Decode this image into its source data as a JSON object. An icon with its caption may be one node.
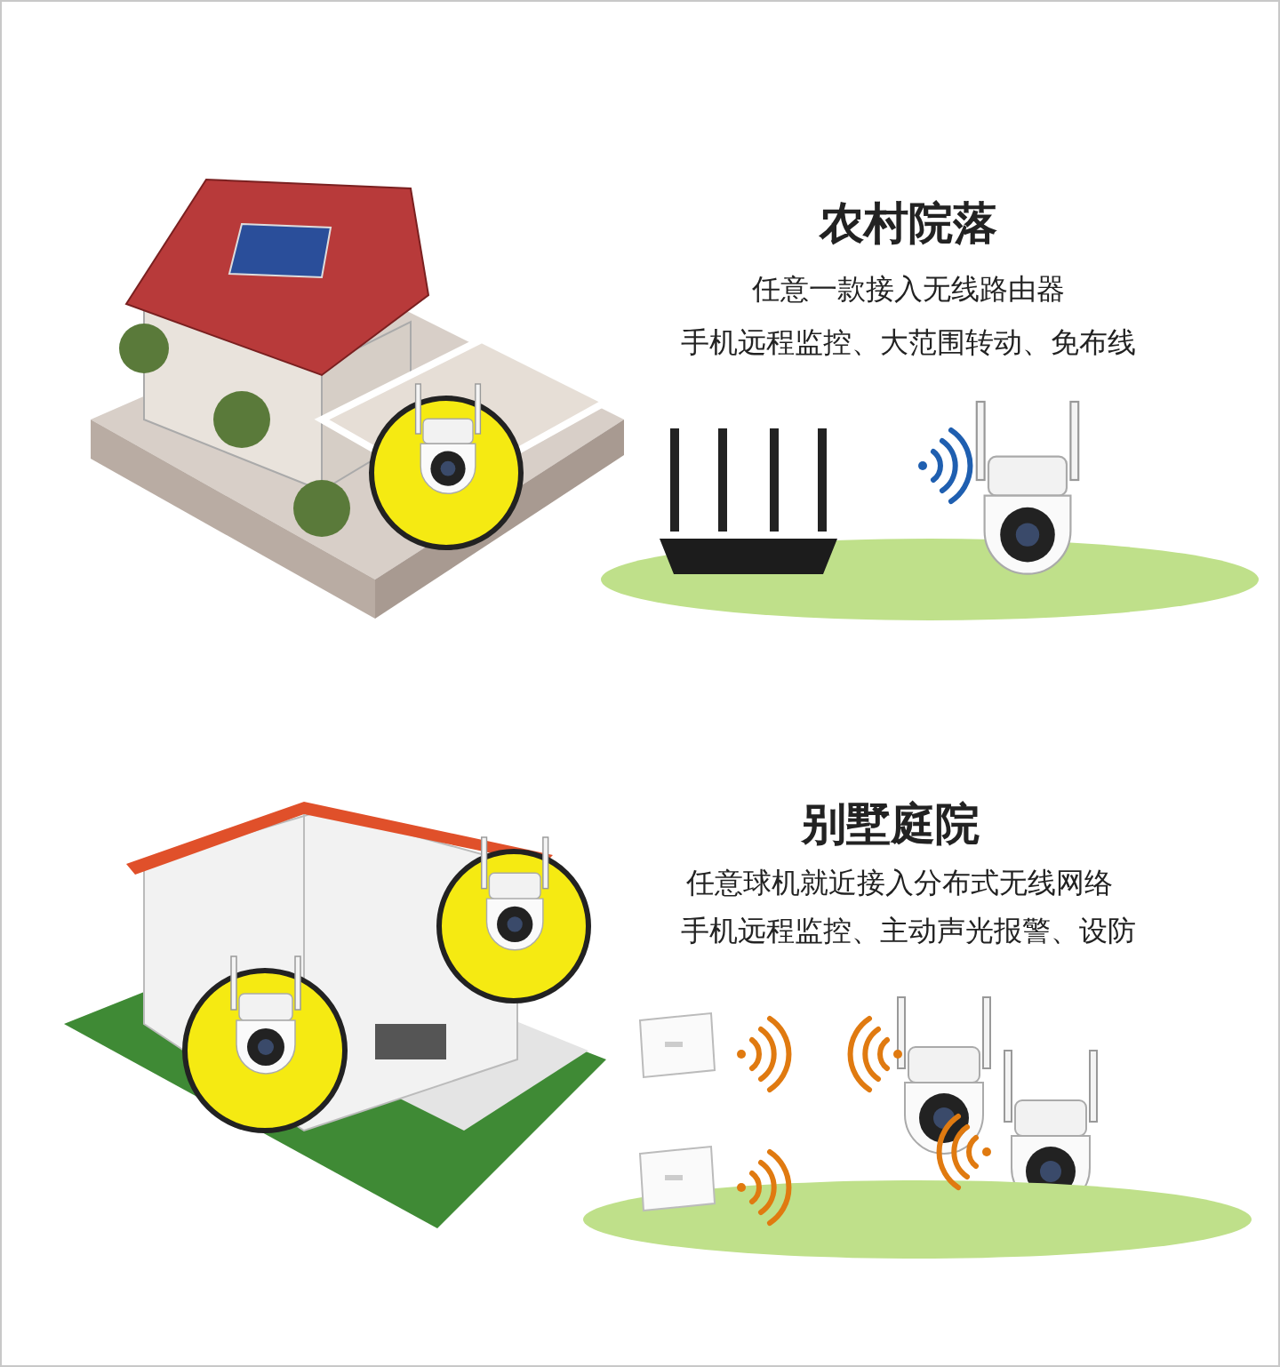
{
  "diagram": {
    "labels": [
      "农村院落",
      "任意一款接入无线路由器",
      "手机远程监控、大范围转动、免布线",
      "别墅庭院",
      "任意球机就近接入分布式无线网络",
      "手机远程监控、主动声光报警、设防"
    ]
  }
}
